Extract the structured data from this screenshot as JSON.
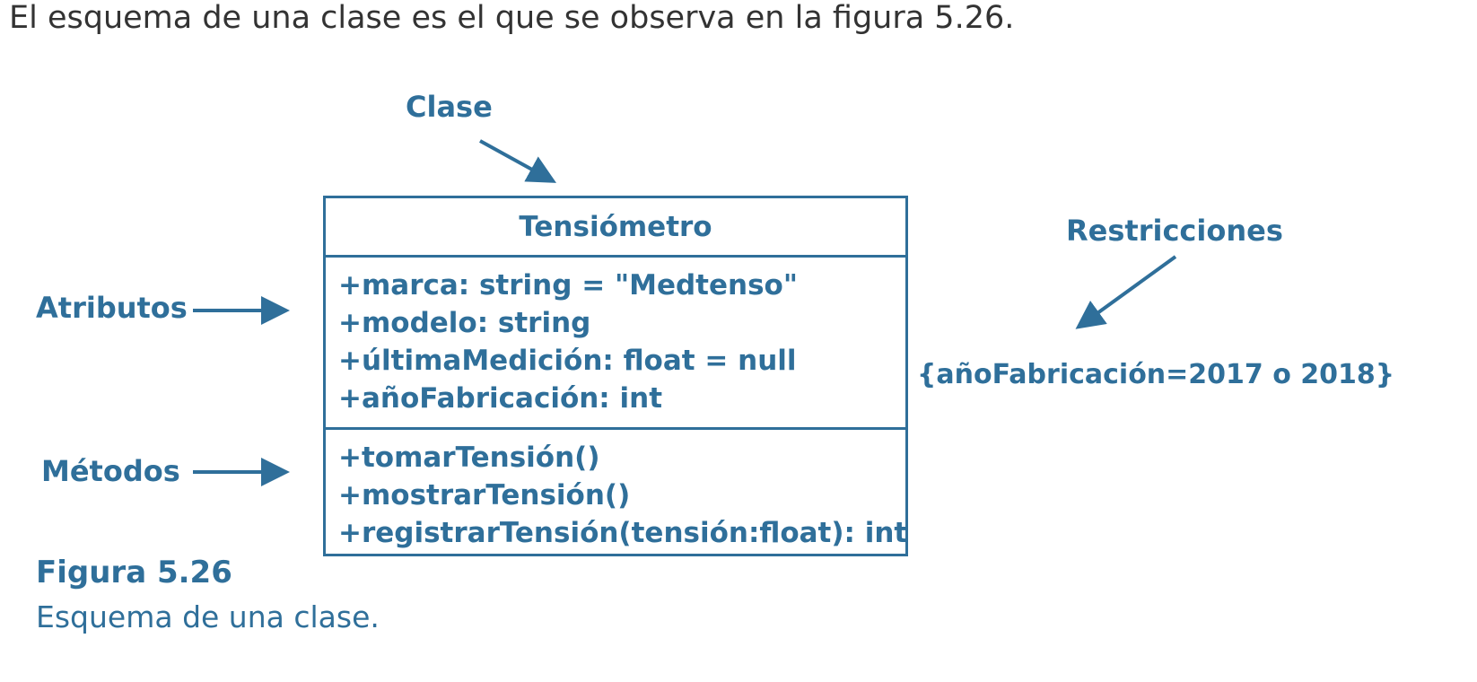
{
  "intro_text": "El esquema de una clase es el que se observa en la figura 5.26.",
  "labels": {
    "clase": "Clase",
    "atributos": "Atributos",
    "metodos": "Métodos",
    "restricciones": "Restricciones"
  },
  "class_box": {
    "name": "Tensiómetro",
    "attributes": [
      "+marca: string = \"Medtenso\"",
      "+modelo: string",
      "+últimaMedición: float = null",
      "+añoFabricación: int"
    ],
    "methods": [
      "+tomarTensión()",
      "+mostrarTensión()",
      "+registrarTensión(tensión:float): int"
    ]
  },
  "constraint": "{añoFabricación=2017 o 2018}",
  "caption": {
    "number": "Figura 5.26",
    "text": "Esquema de una clase."
  },
  "colors": {
    "accent": "#2f6f9a",
    "body_text": "#333333"
  }
}
